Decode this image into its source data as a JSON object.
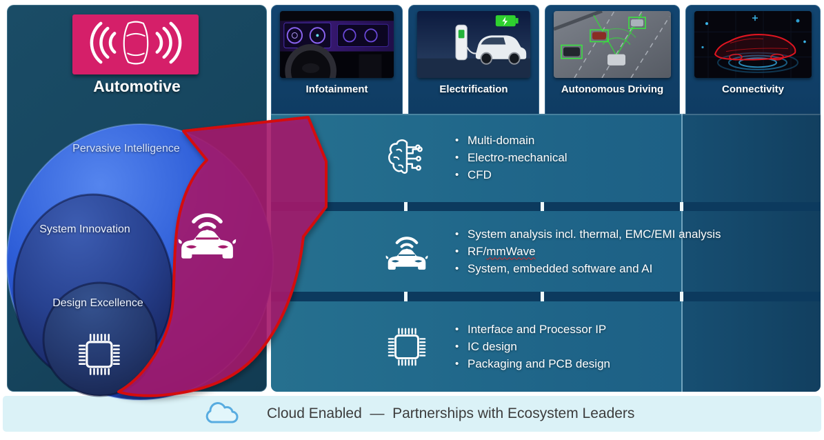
{
  "left_panel": {
    "title": "Automotive",
    "badge_icon": "car-radar-top-view-icon",
    "rings": [
      {
        "label": "Pervasive Intelligence"
      },
      {
        "label": "System Innovation"
      },
      {
        "label": "Design Excellence",
        "icon": "microchip-icon"
      }
    ],
    "arrow_icon": "growth-arrow",
    "car_icon": "connected-car-icon"
  },
  "columns": [
    {
      "label": "Infotainment",
      "image": "car-cockpit-dashboard-photo"
    },
    {
      "label": "Electrification",
      "image": "ev-charging-station-photo"
    },
    {
      "label": "Autonomous Driving",
      "image": "highway-object-detection-photo"
    },
    {
      "label": "Connectivity",
      "image": "red-wireframe-car-photo"
    }
  ],
  "rows": [
    {
      "icon": "ai-brain-circuit-icon",
      "items": [
        {
          "segments": [
            {
              "t": "Multi-domain"
            }
          ]
        },
        {
          "segments": [
            {
              "t": "Electro-mechanical"
            }
          ]
        },
        {
          "segments": [
            {
              "t": "CFD"
            }
          ]
        }
      ]
    },
    {
      "icon": "connected-car-icon",
      "items": [
        {
          "segments": [
            {
              "t": "System analysis incl. thermal, EMC/EMI analysis"
            }
          ]
        },
        {
          "segments": [
            {
              "t": "RF/"
            },
            {
              "t": "mmWave",
              "wavy": true
            }
          ]
        },
        {
          "segments": [
            {
              "t": "System, embedded software and AI"
            }
          ]
        }
      ]
    },
    {
      "icon": "microchip-icon",
      "items": [
        {
          "segments": [
            {
              "t": "Interface and Processor IP"
            }
          ]
        },
        {
          "segments": [
            {
              "t": "IC design"
            }
          ]
        },
        {
          "segments": [
            {
              "t": "Packaging and PCB design"
            }
          ]
        }
      ]
    }
  ],
  "footer": {
    "icon": "cloud-icon",
    "text": "Cloud Enabled  —  Partnerships with Ecosystem Leaders"
  },
  "colors": {
    "panel_teal": "#16455e",
    "header_navy": "#0f3e66",
    "rows_teal": "#20678a",
    "row_gap_navy": "#0c3a5e",
    "badge_magenta": "#d51f69",
    "arrow_magenta": "#a81a6c",
    "arrow_border_red": "#d40a0a",
    "ring_outer_blue": "#2e5ed8",
    "ring_mid_navy": "#27418f",
    "ring_inner_navy": "#24396f",
    "footer_cyan": "#dbf2f7",
    "footer_text_gray": "#3c3c3c",
    "detection_green": "#35d93c",
    "wireframe_red": "#e01520"
  }
}
